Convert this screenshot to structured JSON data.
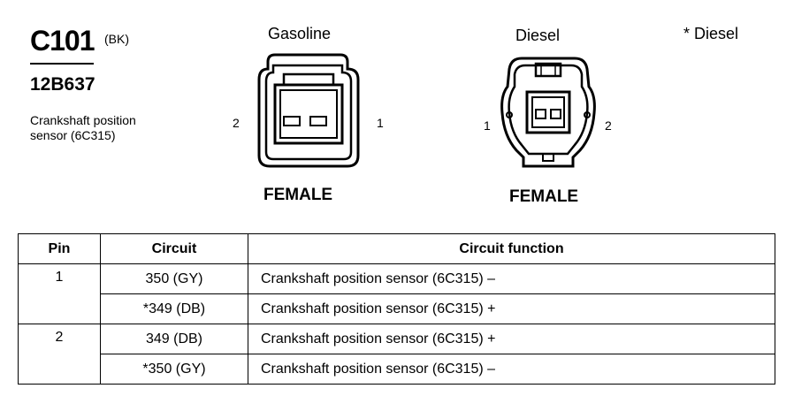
{
  "connector": {
    "id": "C101",
    "color_code": "(BK)",
    "part_number": "12B637",
    "description": "Crankshaft position sensor (6C315)"
  },
  "views": {
    "gasoline": {
      "title": "Gasoline",
      "pin_left": "2",
      "pin_right": "1",
      "gender": "FEMALE"
    },
    "diesel": {
      "title": "Diesel",
      "pin_left": "1",
      "pin_right": "2",
      "gender": "FEMALE"
    },
    "diesel_note": "* Diesel"
  },
  "table": {
    "headers": [
      "Pin",
      "Circuit",
      "Circuit function"
    ],
    "rows": [
      {
        "pin": "1",
        "circuit": "350 (GY)",
        "function": "Crankshaft position sensor (6C315) –"
      },
      {
        "pin": "",
        "circuit": "*349 (DB)",
        "function": "Crankshaft position sensor (6C315) +"
      },
      {
        "pin": "2",
        "circuit": "349 (DB)",
        "function": "Crankshaft position sensor (6C315) +"
      },
      {
        "pin": "",
        "circuit": "*350 (GY)",
        "function": "Crankshaft position sensor (6C315) –"
      }
    ]
  }
}
